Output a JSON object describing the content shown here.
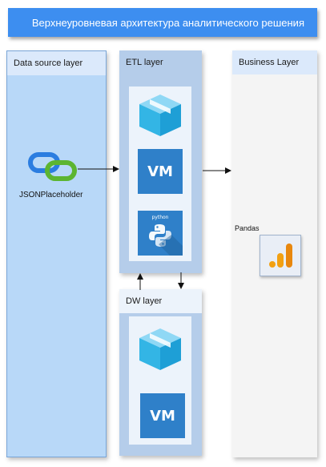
{
  "header": {
    "title": "Верхнеуровневая архитектура аналитического решения"
  },
  "layers": {
    "data_source": {
      "title": "Data source layer"
    },
    "etl": {
      "title": "ETL layer"
    },
    "dw": {
      "title": "DW layer"
    },
    "business": {
      "title": "Business Layer"
    }
  },
  "nodes": {
    "json_source": {
      "label": "JSONPlaceholder"
    },
    "etl_vm": {
      "label": "VM"
    },
    "etl_python": {
      "label": "python"
    },
    "dw_vm": {
      "label": "VM"
    },
    "pandas": {
      "label": "Pandas"
    }
  },
  "colors": {
    "title_bar": "#3d8ef0",
    "vm": "#2f80c9",
    "cube_light": "#33b5e5",
    "link_blue": "#2b7de0",
    "link_green": "#5cb531",
    "chart_orange": "#f2a012"
  }
}
